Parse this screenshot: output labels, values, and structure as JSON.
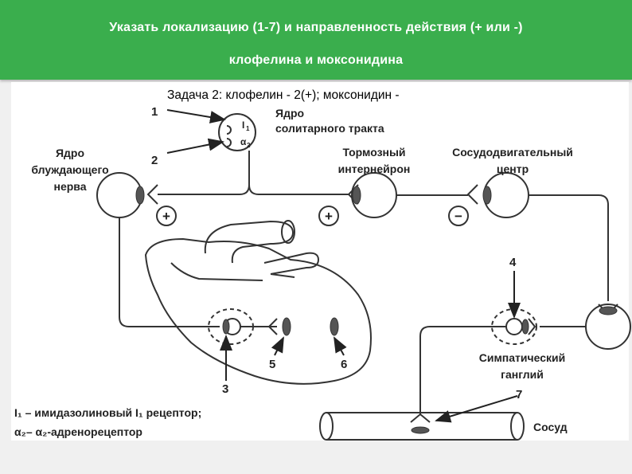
{
  "header": {
    "line1": "Указать локализацию (1-7) и направленность действия (+ или -)",
    "line2": "клофелина и моксонидина"
  },
  "task_text": "Задача 2: клофелин - 2(+); моксонидин -",
  "labels": {
    "n1": "1",
    "n2": "2",
    "n3": "3",
    "n4": "4",
    "n5": "5",
    "n6": "6",
    "n7": "7",
    "solitary_l1": "Ядро",
    "solitary_l2": "солитарного тракта",
    "i1": "I",
    "i1_sub": "1",
    "a2": "α",
    "a2_sub": "2",
    "vagus_l1": "Ядро",
    "vagus_l2": "блуждающего",
    "vagus_l3": "нерва",
    "inter_l1": "Тормозный",
    "inter_l2": "интернейрон",
    "vaso_l1": "Сосудодвигательный",
    "vaso_l2": "центр",
    "plus1": "+",
    "plus2": "+",
    "minus": "−",
    "ganglion_l1": "Симпатический",
    "ganglion_l2": "ганглий",
    "vessel": "Сосуд",
    "legend_l1": "I₁ – имидазолиновый I₁ рецептор;",
    "legend_l2": "α₂– α₂-адренорецептор"
  },
  "colors": {
    "header_bg": "#3aae4d",
    "header_text": "#ffffff",
    "line": "#333333",
    "receptor": "#555555"
  }
}
